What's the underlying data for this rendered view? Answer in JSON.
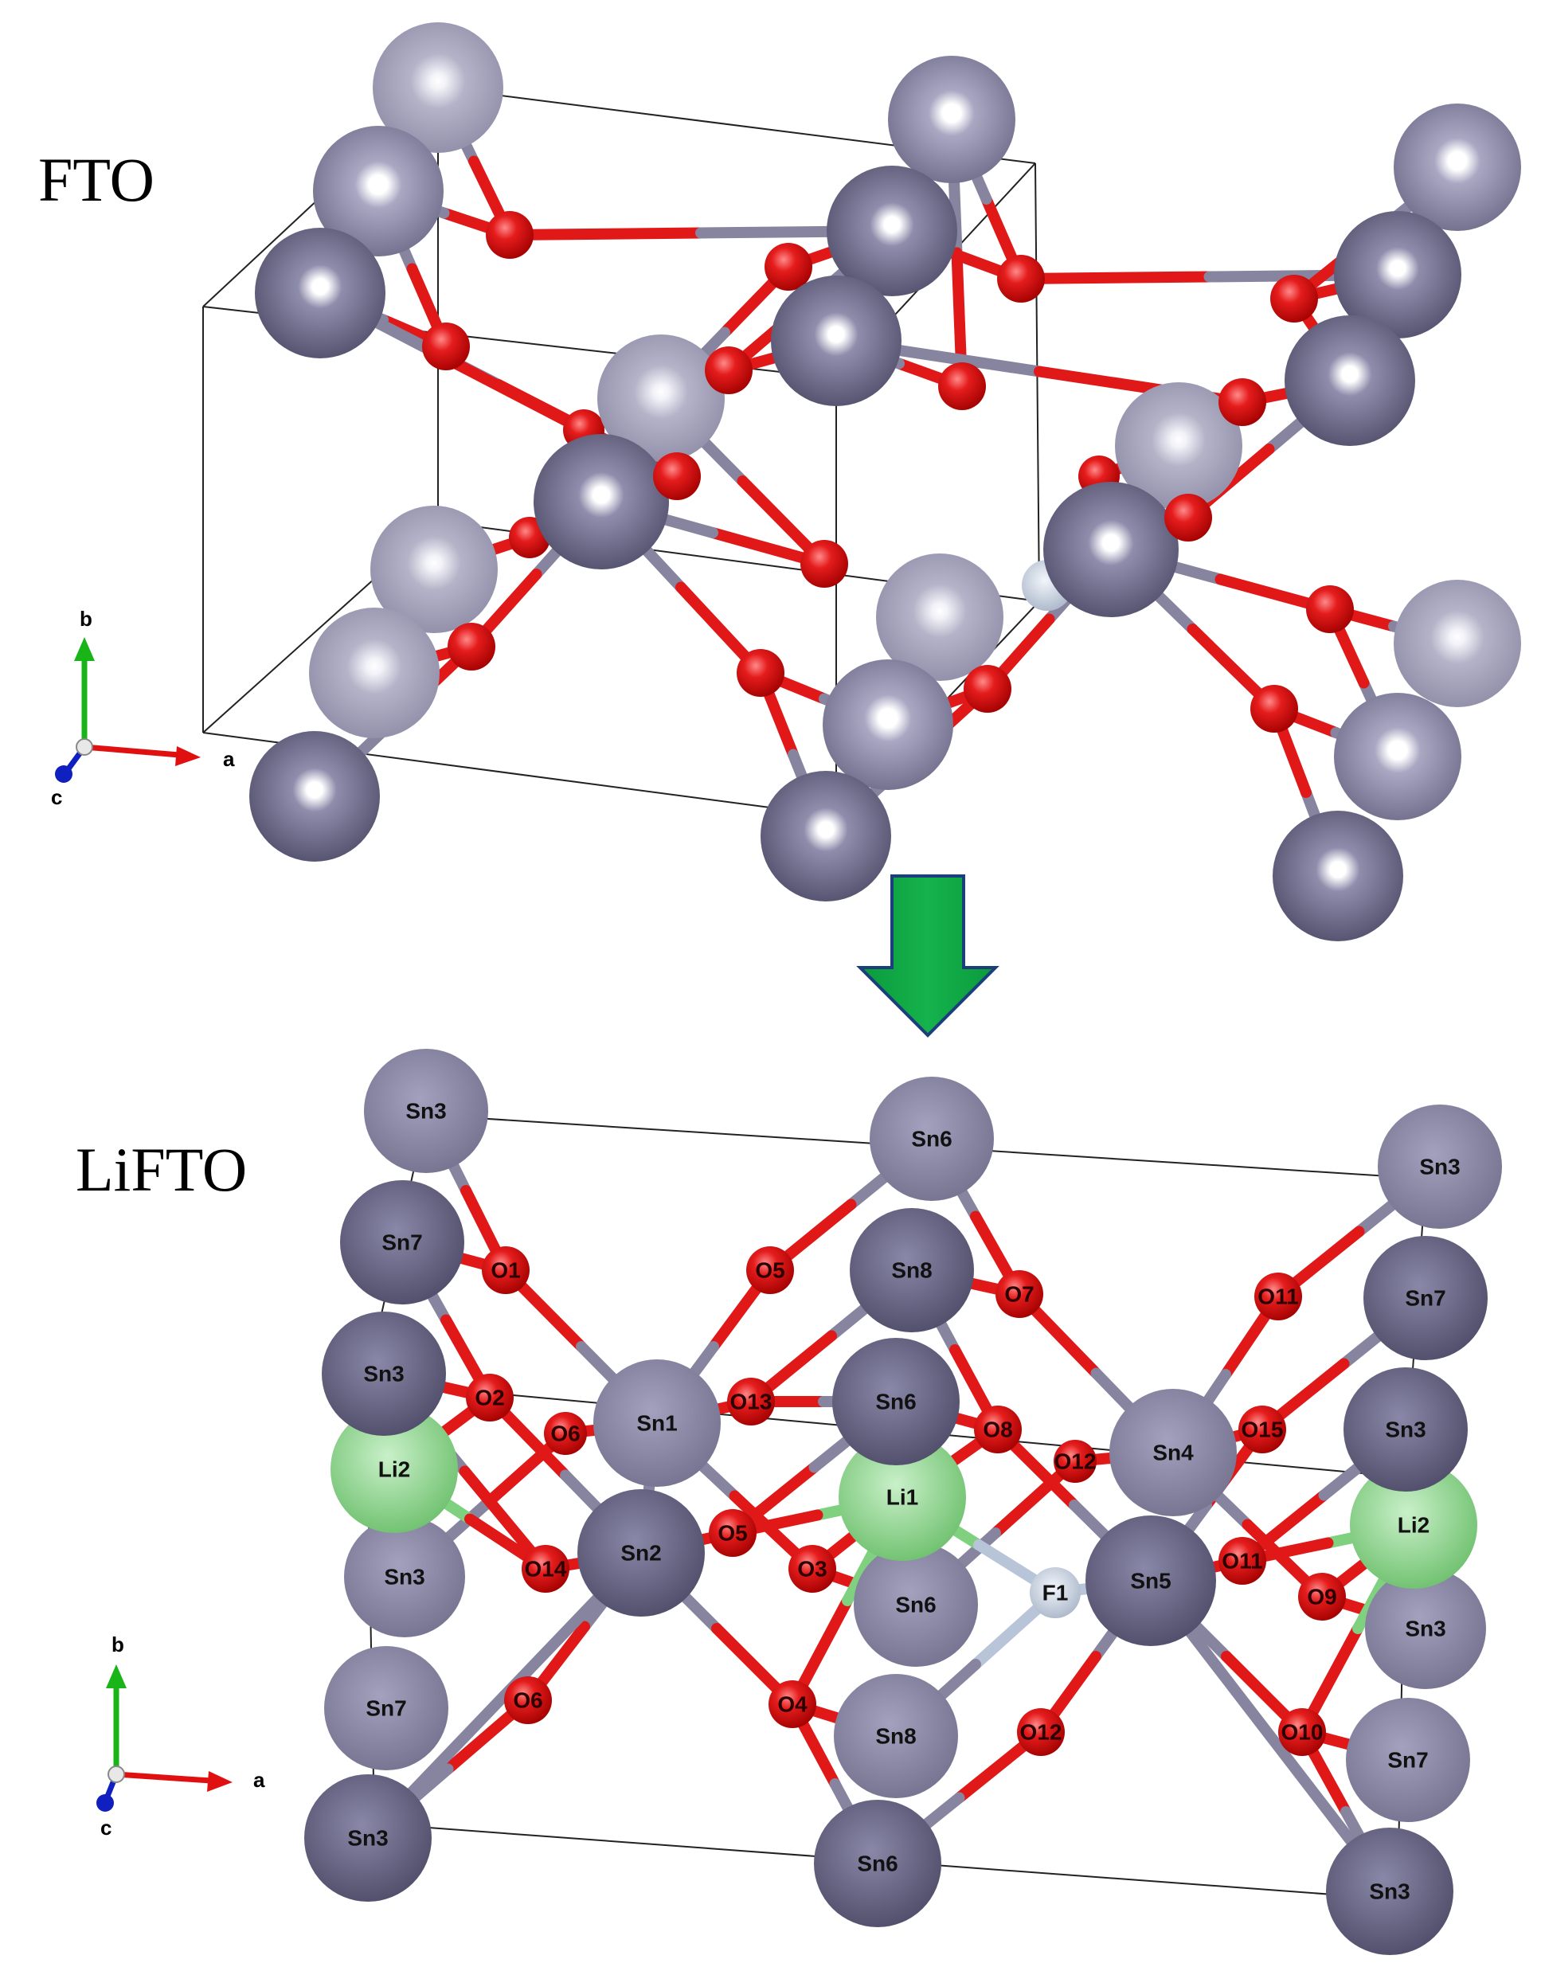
{
  "panels": [
    {
      "id": "fto",
      "title": "FTO"
    },
    {
      "id": "lifto",
      "title": "LiFTO"
    }
  ],
  "axis_labels": {
    "a": "a",
    "b": "b",
    "c": "c"
  },
  "element_colors": {
    "Sn": "#8c8aa8",
    "O": "#e01010",
    "Li": "#7fd07f",
    "F": "#c8d2e0",
    "bond_Sn": "#8784a0",
    "bond_O": "#e01818",
    "cell": "#222222",
    "arrow": "#0aa040"
  },
  "labels": {
    "sn3": "Sn3",
    "sn6": "Sn6",
    "sn7": "Sn7",
    "sn8": "Sn8",
    "sn1": "Sn1",
    "sn2": "Sn2",
    "sn4": "Sn4",
    "sn5": "Sn5",
    "li1": "Li1",
    "li2": "Li2",
    "f1": "F1",
    "o1": "O1",
    "o2": "O2",
    "o3": "O3",
    "o4": "O4",
    "o5": "O5",
    "o6": "O6",
    "o7": "O7",
    "o8": "O8",
    "o9": "O9",
    "o10": "O10",
    "o11": "O11",
    "o12": "O12",
    "o13": "O13",
    "o14": "O14",
    "o15": "O15"
  }
}
